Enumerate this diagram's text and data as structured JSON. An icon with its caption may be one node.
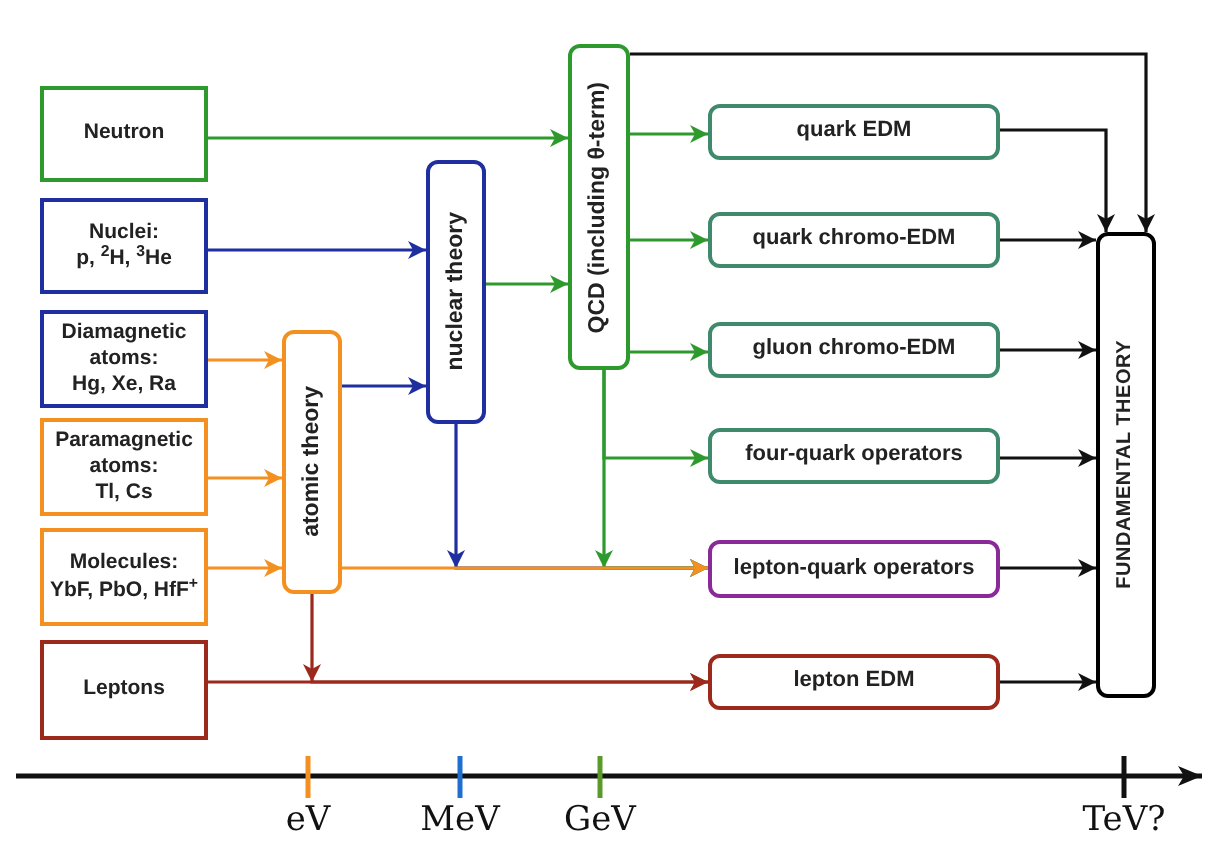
{
  "diagram": {
    "nodes": [
      {
        "text": [
          "Neutron"
        ]
      },
      {
        "text": [
          "Nuclei:",
          "p, $^{2}$H, $^{3}$He"
        ]
      },
      {
        "text": [
          "Diamagnetic atoms:",
          "Hg, Xe, Ra"
        ]
      },
      {
        "text": [
          "Paramagnetic atoms:",
          "Tl, Cs"
        ]
      },
      {
        "text": [
          "Molecules:",
          "YbF, PbO, HfF$^{+}$"
        ]
      },
      {
        "text": [
          "Leptons"
        ]
      },
      {
        "text": [
          "atomic theory"
        ]
      },
      {
        "text": [
          "nuclear theory"
        ]
      },
      {
        "text": [
          "QCD (including θ-term)"
        ]
      },
      {
        "text": [
          "quark EDM"
        ]
      },
      {
        "text": [
          "quark chromo-EDM"
        ]
      },
      {
        "text": [
          "gluon chromo-EDM"
        ]
      },
      {
        "text": [
          "four-quark operators"
        ]
      },
      {
        "text": [
          "lepton-quark operators"
        ]
      },
      {
        "text": [
          "lepton EDM"
        ]
      },
      {
        "text": [
          "FUNDAMENTAL THEORY"
        ]
      }
    ],
    "edges": [
      {
        "from": 0,
        "to": 8,
        "arrow": "to",
        "color": "#2e9a2e"
      },
      {
        "from": 1,
        "to": 7,
        "arrow": "to",
        "color": "#1f2f9f"
      },
      {
        "from": 2,
        "to": 6,
        "arrow": "to",
        "color": "#f39020"
      },
      {
        "from": 3,
        "to": 6,
        "arrow": "to",
        "color": "#f39020"
      },
      {
        "from": 4,
        "to": 6,
        "arrow": "to",
        "color": "#f39020"
      },
      {
        "from": 6,
        "to": 7,
        "arrow": "to",
        "color": "#1f2f9f"
      },
      {
        "from": 7,
        "to": 8,
        "arrow": "to",
        "color": "#2e9a2e"
      },
      {
        "from": 8,
        "to": 9,
        "arrow": "to",
        "color": "#2e9a2e"
      },
      {
        "from": 8,
        "to": 10,
        "arrow": "to",
        "color": "#2e9a2e"
      },
      {
        "from": 8,
        "to": 11,
        "arrow": "to",
        "color": "#2e9a2e"
      },
      {
        "from": 8,
        "to": 12,
        "arrow": "to",
        "color": "#2e9a2e"
      },
      {
        "from": 6,
        "to": 13,
        "arrow": "to",
        "color": "#f39020"
      },
      {
        "from": 7,
        "to": 13,
        "arrow": "to",
        "color": "#1f2f9f"
      },
      {
        "from": 8,
        "to": 13,
        "arrow": "to",
        "color": "#2e9a2e"
      },
      {
        "from": 5,
        "to": 14,
        "arrow": "to",
        "color": "#9b2a1c"
      },
      {
        "from": 6,
        "to": 14,
        "arrow": "to",
        "color": "#9b2a1c"
      },
      {
        "from": 8,
        "to": 15,
        "arrow": "to",
        "color": "#111111"
      },
      {
        "from": 9,
        "to": 15,
        "arrow": "to",
        "color": "#111111"
      },
      {
        "from": 10,
        "to": 15,
        "arrow": "to",
        "color": "#111111"
      },
      {
        "from": 11,
        "to": 15,
        "arrow": "to",
        "color": "#111111"
      },
      {
        "from": 12,
        "to": 15,
        "arrow": "to",
        "color": "#111111"
      },
      {
        "from": 13,
        "to": 15,
        "arrow": "to",
        "color": "#111111"
      },
      {
        "from": 14,
        "to": 15,
        "arrow": "to",
        "color": "#111111"
      }
    ],
    "labels": [
      "eV",
      "MeV",
      "GeV",
      "TeV?"
    ]
  }
}
